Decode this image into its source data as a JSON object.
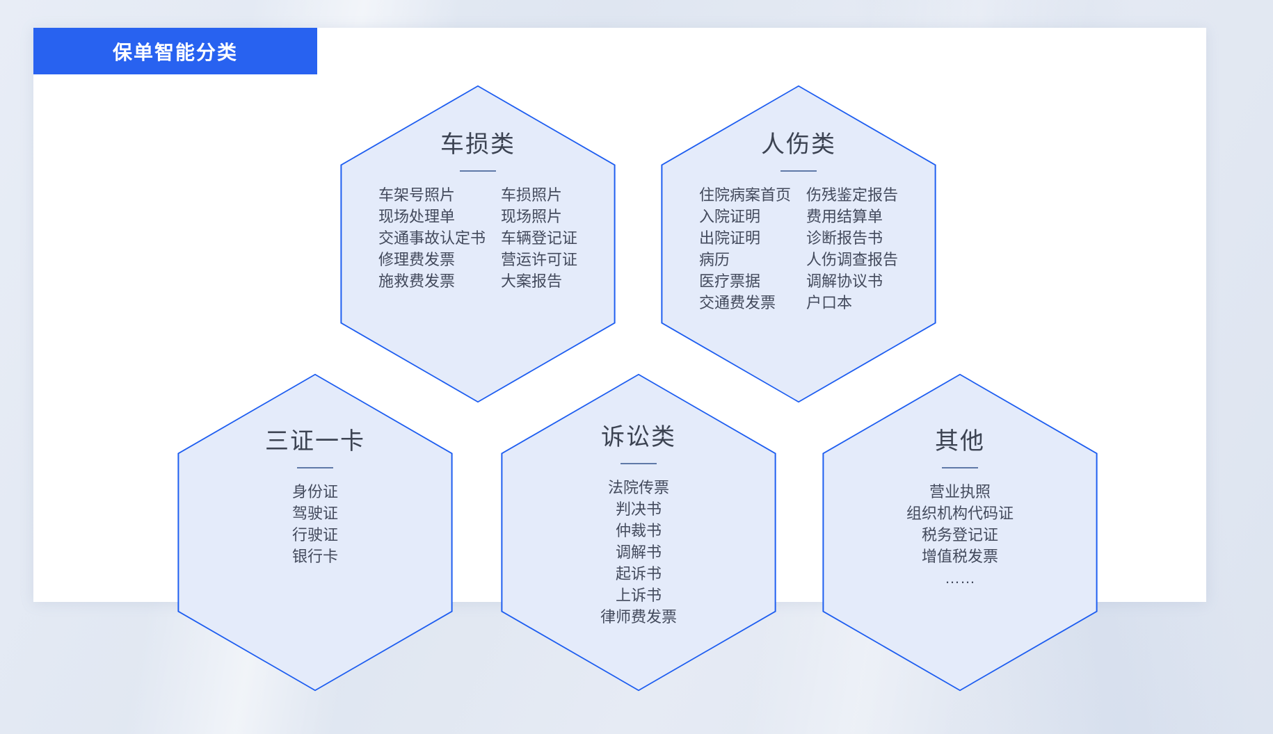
{
  "header": {
    "banner_title": "保单智能分类",
    "banner_color": "#2862f0",
    "banner_text_color": "#ffffff"
  },
  "theme": {
    "hex_border": "#1d5df0",
    "hex_fill": "#e4ebfa",
    "text_color": "#434a5c",
    "page_background": "#e2e8f2",
    "card_background": "#ffffff"
  },
  "categories": [
    {
      "id": "vehicle-damage",
      "title": "车损类",
      "layout": "two-column",
      "column_left": [
        "车架号照片",
        "现场处理单",
        "交通事故认定书",
        "修理费发票",
        "施救费发票"
      ],
      "column_right": [
        "车损照片",
        "现场照片",
        "车辆登记证",
        "营运许可证",
        "大案报告"
      ]
    },
    {
      "id": "personal-injury",
      "title": "人伤类",
      "layout": "two-column",
      "column_left": [
        "住院病案首页",
        "入院证明",
        "出院证明",
        "病历",
        "医疗票据",
        "交通费发票"
      ],
      "column_right": [
        "伤残鉴定报告",
        "费用结算单",
        "诊断报告书",
        "人伤调查报告",
        "调解协议书",
        "户口本"
      ]
    },
    {
      "id": "three-certs-one-card",
      "title": "三证一卡",
      "layout": "single-column",
      "items": [
        "身份证",
        "驾驶证",
        "行驶证",
        "银行卡"
      ]
    },
    {
      "id": "litigation",
      "title": "诉讼类",
      "layout": "single-column",
      "items": [
        "法院传票",
        "判决书",
        "仲裁书",
        "调解书",
        "起诉书",
        "上诉书",
        "律师费发票"
      ]
    },
    {
      "id": "others",
      "title": "其他",
      "layout": "single-column",
      "items": [
        "营业执照",
        "组织机构代码证",
        "税务登记证",
        "增值税发票",
        "……"
      ]
    }
  ]
}
